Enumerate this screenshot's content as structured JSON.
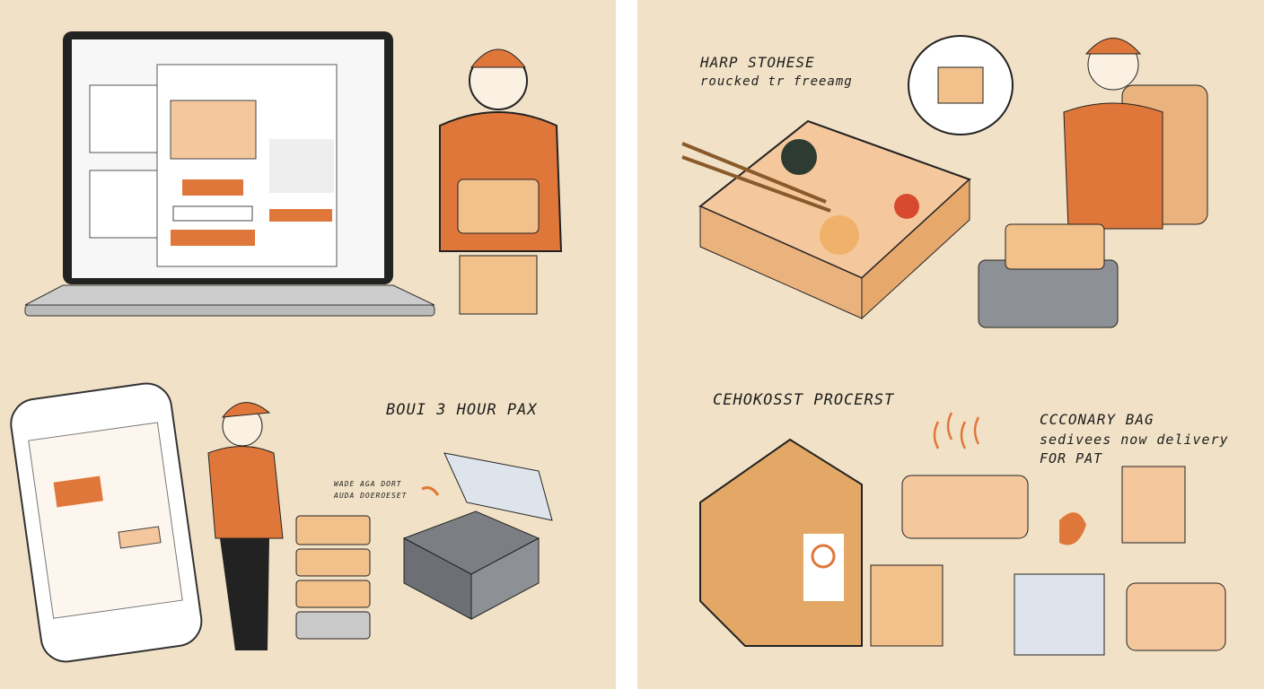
{
  "captions": {
    "top_right_line1": "Harp stohese",
    "top_right_line2": "roucked tr freeamg",
    "bottom_left_title": "Boui 3 hour pax",
    "bottom_left_note1": "Wade aga dort",
    "bottom_left_note2": "auda doeroeset",
    "bottom_right_title": "Cehokosst procerst",
    "bottom_right_line1": "Ccconary Bag",
    "bottom_right_line2": "sedivees now delivery",
    "bottom_right_line3": "for pat"
  },
  "colors": {
    "background": "#f1e1c6",
    "accent": "#e0773a",
    "kraft": "#e3a865",
    "ink": "#1d1d1d"
  }
}
